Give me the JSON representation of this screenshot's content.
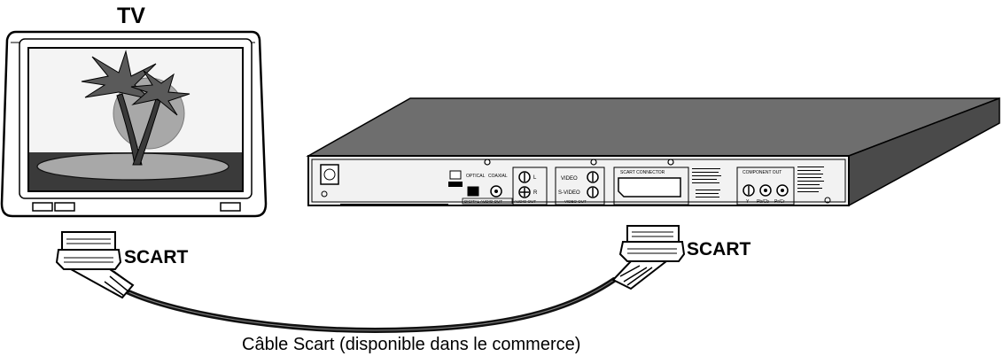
{
  "labels": {
    "tv": "TV",
    "scart_left": "SCART",
    "scart_right": "SCART",
    "cable_caption": "Câble Scart (disponible dans le commerce)"
  },
  "panel": {
    "optical": "OPTICAL",
    "coaxial": "COAXIAL",
    "digital_audio_out": "DIGITAL AUDIO OUT",
    "audio_out": "AUDIO OUT",
    "audio_l": "L",
    "audio_r": "R",
    "video": "VIDEO",
    "s_video": "S-VIDEO",
    "video_out": "VIDEO OUT",
    "scart_connector": "SCART CONNECTOR",
    "component_out": "COMPONENT OUT",
    "y": "Y",
    "pb_cb": "Pb/Cb",
    "pr_cr": "Pr/Cr"
  },
  "colors": {
    "player_top": "#6e6e6e",
    "player_front": "#4a4a4a",
    "back_panel": "#f2f2f2",
    "screen_sky": "#f4f4f4",
    "ground": "#3a3a3a",
    "cable": "#111111"
  }
}
